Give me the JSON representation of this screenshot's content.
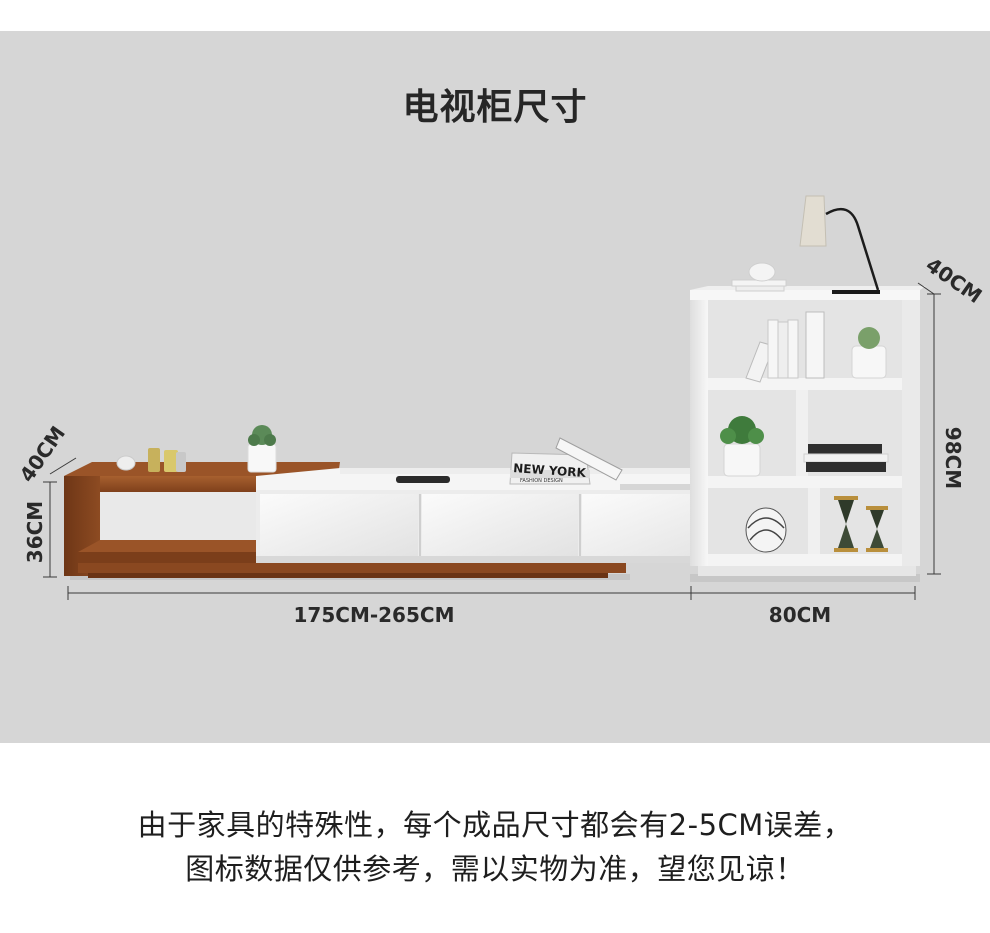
{
  "title": "电视柜尺寸",
  "dimensions": {
    "cabinet_width": "175CM-265CM",
    "shelf_width": "80CM",
    "cabinet_depth": "40CM",
    "cabinet_height": "36CM",
    "shelf_depth": "40CM",
    "shelf_height": "98CM"
  },
  "book_text": "NEW YORK",
  "book_subtext": "FASHION DESIGN",
  "note": {
    "line1": "由于家具的特殊性，每个成品尺寸都会有2-5CM误差，",
    "line2": "图标数据仅供参考，需以实物为准，望您见谅！"
  },
  "colors": {
    "background_panel": "#d6d6d6",
    "walnut": "#8b4a22",
    "white_lacquer": "#f3f3f3"
  }
}
